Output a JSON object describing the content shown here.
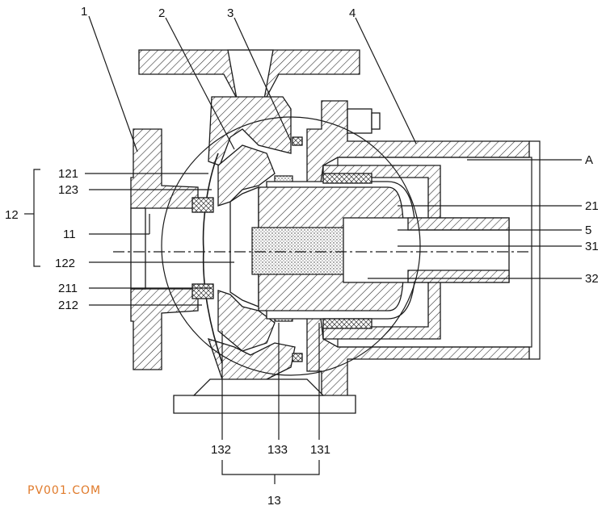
{
  "figure": {
    "labels_top": [
      "1",
      "2",
      "3",
      "4"
    ],
    "labels_left": [
      "121",
      "123",
      "12",
      "11",
      "122",
      "211",
      "212"
    ],
    "labels_right": [
      "A",
      "21",
      "5",
      "31",
      "32"
    ],
    "labels_bottom": [
      "132",
      "133",
      "131",
      "13"
    ],
    "watermark": "PV001.COM",
    "watermark_color": "#e07a2a"
  }
}
